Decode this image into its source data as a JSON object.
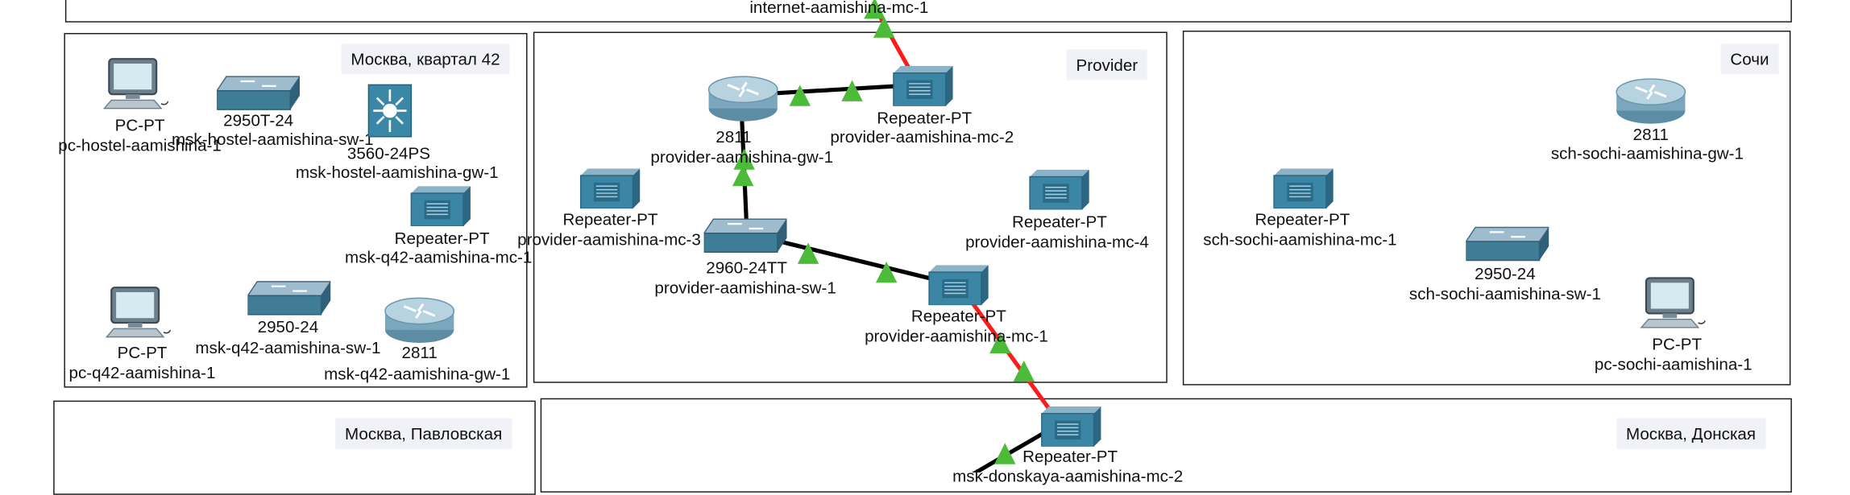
{
  "zones": {
    "top": {
      "title": ""
    },
    "moscow_q42": {
      "title": "Москва, квартал 42"
    },
    "provider": {
      "title": "Provider"
    },
    "sochi": {
      "title": "Сочи"
    },
    "moscow_pavlovskaya": {
      "title": "Москва, Павловская"
    },
    "moscow_donskaya": {
      "title": "Москва, Донская"
    }
  },
  "devices": {
    "internet_mc": {
      "name": "internet-aamishina-mc-1"
    },
    "pc_hostel": {
      "model": "PC-PT",
      "name": "pc-hostel-aamishina-1"
    },
    "msk_hostel_sw": {
      "model": "2950T-24",
      "name": "msk-hostel-aamishina-sw-1"
    },
    "msk_hostel_gw": {
      "model": "3560-24PS",
      "name": "msk-hostel-aamishina-gw-1"
    },
    "msk_q42_mc": {
      "model": "Repeater-PT",
      "name": "msk-q42-aamishina-mc-1"
    },
    "pc_q42": {
      "model": "PC-PT",
      "name": "pc-q42-aamishina-1"
    },
    "msk_q42_sw": {
      "model": "2950-24",
      "name": "msk-q42-aamishina-sw-1"
    },
    "msk_q42_gw": {
      "model": "2811",
      "name": "msk-q42-aamishina-gw-1"
    },
    "provider_gw": {
      "model": "2811",
      "name": "provider-aamishina-gw-1"
    },
    "provider_mc2": {
      "model": "Repeater-PT",
      "name": "provider-aamishina-mc-2"
    },
    "provider_mc3": {
      "model": "Repeater-PT",
      "name": "provider-aamishina-mc-3"
    },
    "provider_mc4": {
      "model": "Repeater-PT",
      "name": "provider-aamishina-mc-4"
    },
    "provider_sw": {
      "model": "2960-24TT",
      "name": "provider-aamishina-sw-1"
    },
    "provider_mc1": {
      "model": "Repeater-PT",
      "name": "provider-aamishina-mc-1"
    },
    "sochi_gw": {
      "model": "2811",
      "name": "sch-sochi-aamishina-gw-1"
    },
    "sochi_mc": {
      "model": "Repeater-PT",
      "name": "sch-sochi-aamishina-mc-1"
    },
    "sochi_sw": {
      "model": "2950-24",
      "name": "sch-sochi-aamishina-sw-1"
    },
    "pc_sochi": {
      "model": "PC-PT",
      "name": "pc-sochi-aamishina-1"
    },
    "donskaya_mc": {
      "model": "Repeater-PT",
      "name": "msk-donskaya-aamishina-mc-2"
    }
  },
  "links": [
    {
      "from": "internet_mc",
      "to": "provider_mc2",
      "kind": "fiber"
    },
    {
      "from": "provider_gw",
      "to": "provider_mc2",
      "kind": "copper"
    },
    {
      "from": "provider_gw",
      "to": "provider_sw",
      "kind": "copper"
    },
    {
      "from": "provider_sw",
      "to": "provider_mc1",
      "kind": "copper"
    },
    {
      "from": "provider_mc1",
      "to": "donskaya_mc",
      "kind": "fiber"
    },
    {
      "from": "donskaya_mc",
      "to": "offscreen",
      "kind": "copper"
    }
  ],
  "colors": {
    "copper": "#000000",
    "fiber": "#ff1a1a",
    "status_up": "#4dbb3a",
    "zone_title_bg": "#f1f2f7"
  }
}
